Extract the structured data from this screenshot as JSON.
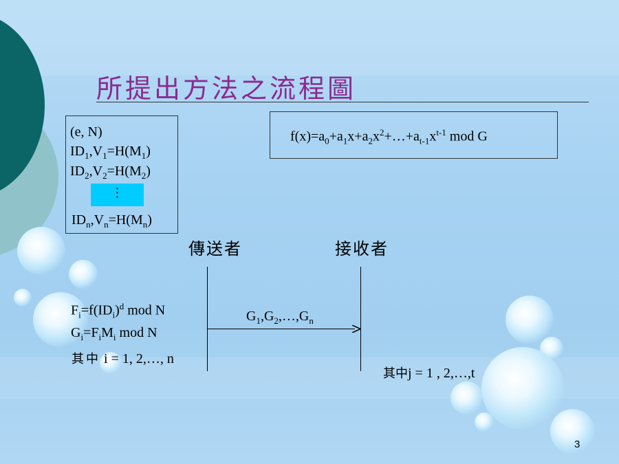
{
  "slide": {
    "title": "所提出方法之流程圖",
    "page_number": "3"
  },
  "left_box": {
    "line1": "(e, N)",
    "id1": {
      "a": "ID",
      "a_sub": "1",
      "b": ",V",
      "b_sub": "1",
      "c": "=H(M",
      "c_sub": "1",
      "d": ")"
    },
    "id2": {
      "a": "ID",
      "a_sub": "2",
      "b": ",V",
      "b_sub": "2",
      "c": "=H(M",
      "c_sub": "2",
      "d": ")"
    },
    "dots": "⋮",
    "idn": {
      "a": "ID",
      "a_sub": "n",
      "b": ",V",
      "b_sub": "n",
      "c": "=H(M",
      "c_sub": "n",
      "d": ")"
    }
  },
  "formula_box": {
    "p1": "f(x)=a",
    "s0": "0",
    "p2": "+a",
    "s1": "1",
    "p3": "x+a",
    "s2": "2",
    "p4": "x",
    "e2": "2",
    "p5": "+…+a",
    "st1": "t-1",
    "p6": "x",
    "et1": "t-1",
    "p7": " mod G"
  },
  "sender": {
    "label": "傳送者",
    "f_line": {
      "a": "F",
      "a_sub": "i",
      "b": "=f(ID",
      "b_sub": "i",
      "c": ")",
      "c_sup": "d",
      "d": " mod N"
    },
    "g_line": {
      "a": "G",
      "a_sub": "i",
      "b": "=F",
      "b_sub": "i",
      "c": "M",
      "c_sub": "i",
      "d": " mod N"
    },
    "range_cjk": "其中",
    "range": " i = 1, 2,…, n"
  },
  "receiver": {
    "label": "接收者",
    "range_cjk": "其中",
    "range": "j = 1 , 2,…,t"
  },
  "message": {
    "a": "G",
    "a_sub": "1",
    "b": ",G",
    "b_sub": "2",
    "c": ",…,G",
    "c_sub": "n"
  },
  "colors": {
    "title": "#8b2a8f",
    "highlight": "#00ccff",
    "circle_dark": "#0b6466",
    "circle_light": "#8fc3c9"
  }
}
